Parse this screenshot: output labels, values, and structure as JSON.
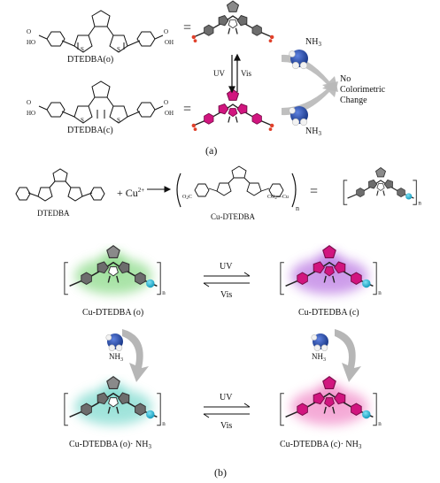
{
  "part_a": {
    "label_open": "DTEDBA(o)",
    "label_closed": "DTEDBA(c)",
    "equals": "=",
    "uv": "UV",
    "vis": "Vis",
    "nh3": "NH",
    "nh3_sub": "3",
    "result_line1": "No",
    "result_line2": "Colorimetric",
    "result_line3": "Change",
    "panel": "(a)",
    "acid_oh": "OH",
    "acid_ho": "HO",
    "s": "S",
    "o": "O"
  },
  "part_b": {
    "reactant": "DTEDBA",
    "plus": "+ Cu",
    "cu_charge": "2+",
    "product": "Cu-DTEDBA",
    "product_left": "O",
    "product_left_sub": "2",
    "product_left_c": "C",
    "product_right": "CO",
    "product_right_sub": "2",
    "product_right_cu": "—Cu",
    "n": "n",
    "equals": "=",
    "open": "Cu-DTEDBA (o)",
    "closed": "Cu-DTEDBA (c)",
    "open_nh3": "Cu-DTEDBA (o)· NH",
    "closed_nh3": "Cu-DTEDBA (c)· NH",
    "nh3_sub": "3",
    "uv": "UV",
    "vis": "Vis",
    "nh3": "NH",
    "panel": "(b)"
  },
  "colors": {
    "open_glow": "#7ed67a",
    "closed_glow": "#b46be0",
    "open_nh3_glow": "#6fd6c9",
    "closed_nh3_glow": "#f07fc2",
    "magenta": "#d1157f",
    "gray": "#6d6d6d",
    "cu_blue": "#17b3d3",
    "nh3_blue": "#1d3f9c",
    "acid_red": "#e0402a"
  }
}
